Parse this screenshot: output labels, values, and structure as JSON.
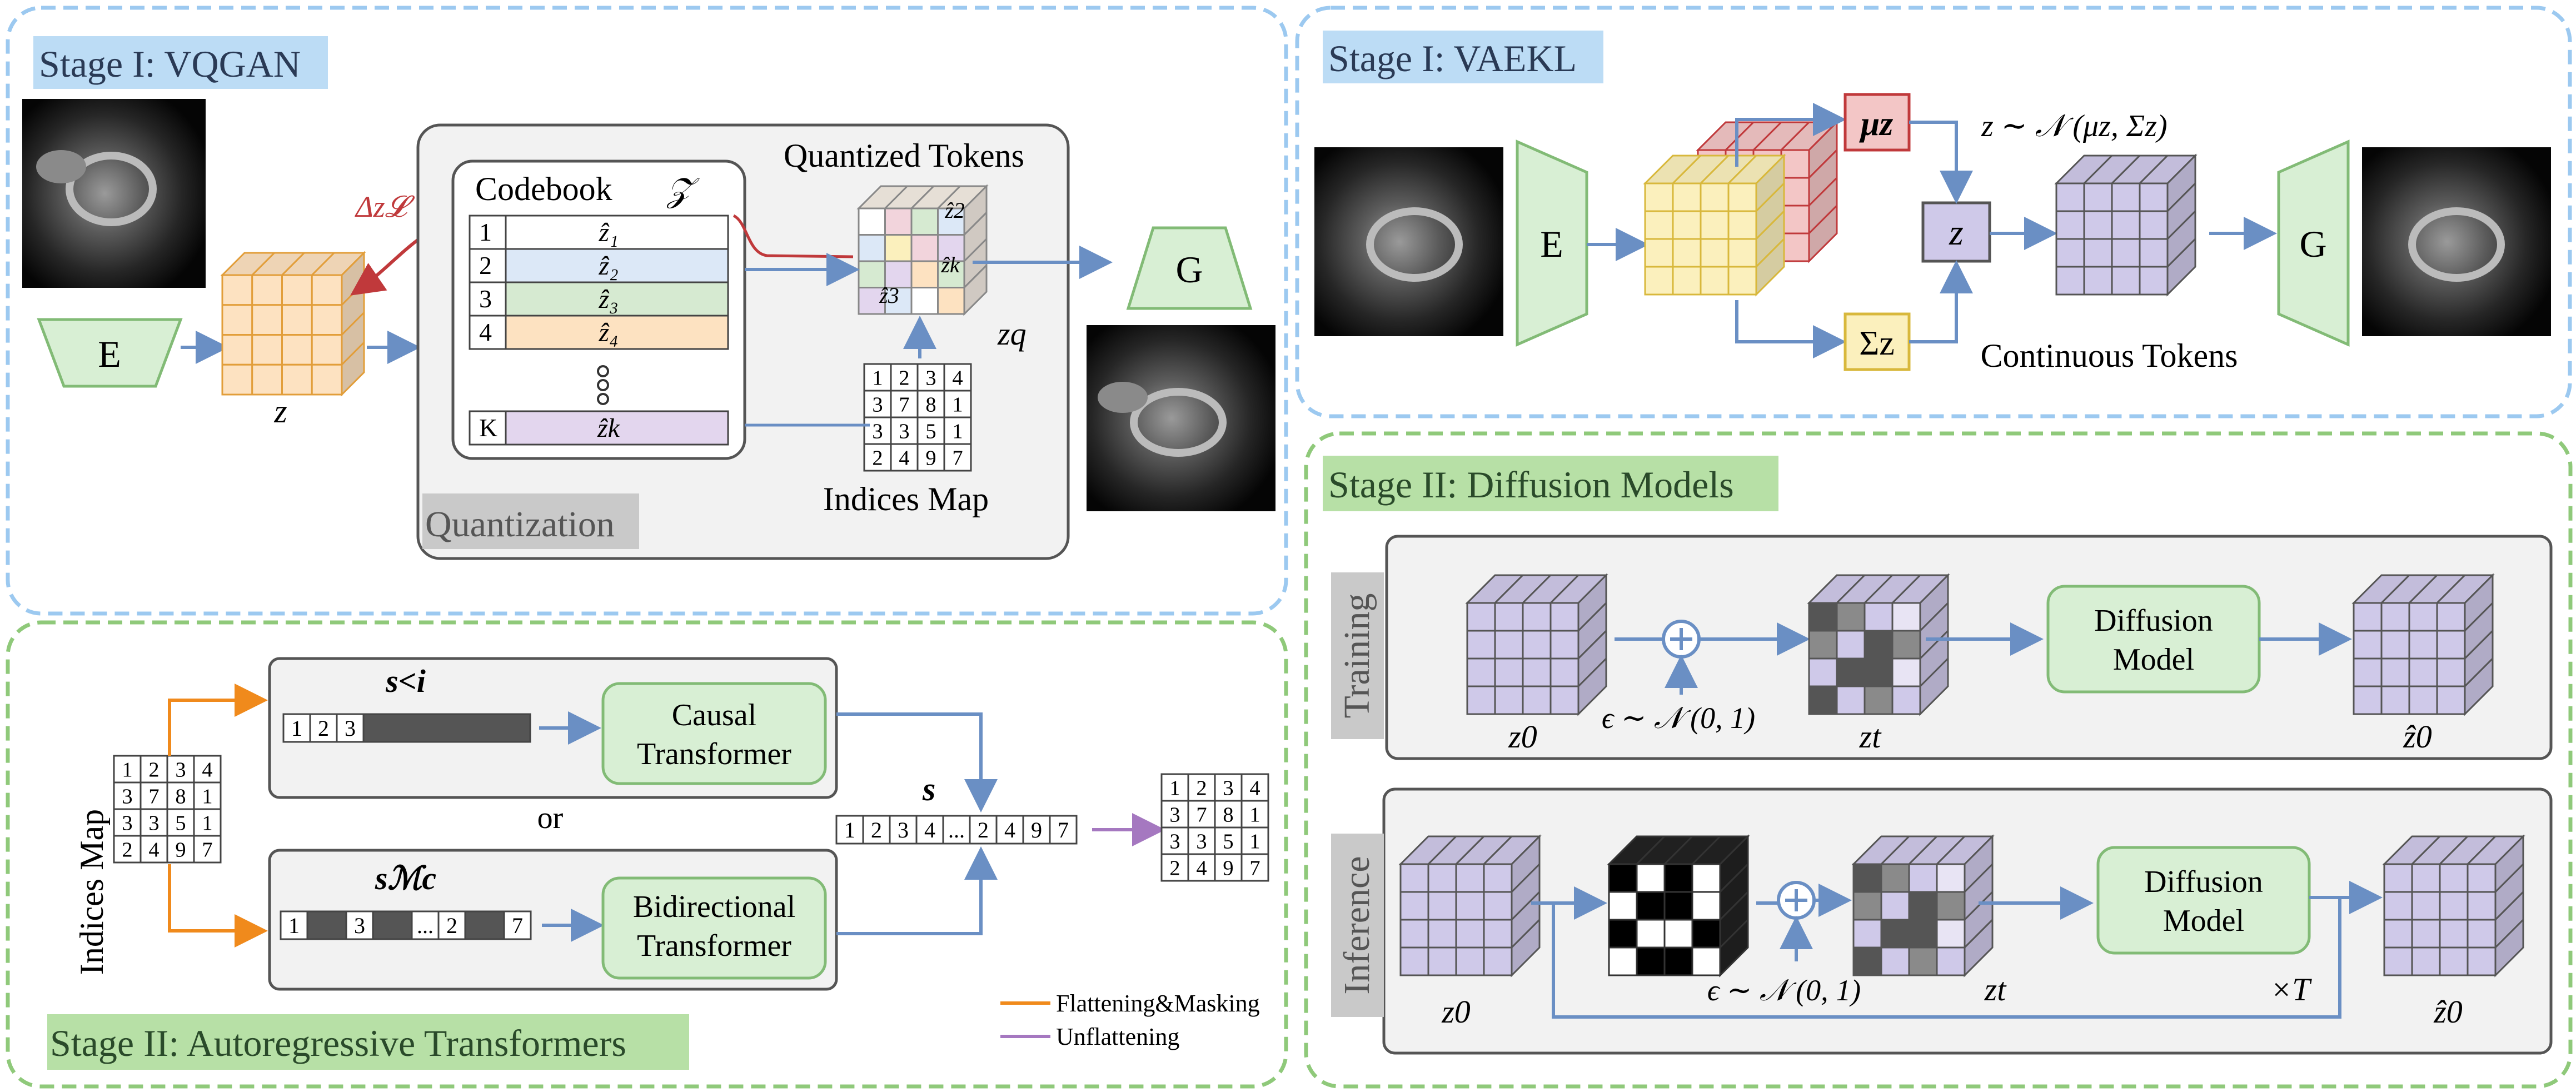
{
  "colors": {
    "blue_dash": "#9cc9f0",
    "green_dash": "#8fc97a",
    "arrow_blue": "#6a8fc4",
    "arrow_orange": "#f08a1c",
    "arrow_purple": "#a578c0",
    "red": "#c0393b",
    "enc_green": "#d8efd4",
    "cube_orange": "#fde2c1",
    "cube_purple": "#cfc9e9",
    "cube_yellow": "#fbf0bd",
    "cube_red": "#f3c6c6"
  },
  "vqgan": {
    "title": "Stage I: VQGAN",
    "encoder": "E",
    "latent": "z",
    "gradient": "Δz𝓛",
    "codebook_title": "Codebook",
    "codebook_symbol": "𝒵",
    "codebook_rows": [
      {
        "idx": "1",
        "entry": "ẑ₁",
        "color": "#ffffff"
      },
      {
        "idx": "2",
        "entry": "ẑ₂",
        "color": "#dce8f7"
      },
      {
        "idx": "3",
        "entry": "ẑ₃",
        "color": "#d6ead1"
      },
      {
        "idx": "4",
        "entry": "ẑ₄",
        "color": "#fde2c1"
      },
      {
        "idx": "K",
        "entry": "ẑk",
        "color": "#e3d6ee"
      }
    ],
    "quantized_title": "Quantized Tokens",
    "quantized_sub": "zq",
    "cube_labels": [
      "ẑ2",
      "ẑk",
      "ẑ3"
    ],
    "indices_label": "Indices Map",
    "quantization_label": "Quantization",
    "decoder": "G"
  },
  "indices_grid": [
    [
      "1",
      "2",
      "3",
      "4"
    ],
    [
      "3",
      "7",
      "8",
      "1"
    ],
    [
      "3",
      "3",
      "5",
      "1"
    ],
    [
      "2",
      "4",
      "9",
      "7"
    ]
  ],
  "vaekl": {
    "title": "Stage I: VAEKL",
    "encoder": "E",
    "mu": "μz",
    "sigma": "Σz",
    "z": "z",
    "formula": "z ∼ 𝒩 (μz, Σz)",
    "continuous": "Continuous Tokens",
    "decoder": "G"
  },
  "autoregressive": {
    "title": "Stage II: Autoregressive Transformers",
    "indices_label": "Indices Map",
    "s_causal": "s<i",
    "causal_seq": [
      "1",
      "2",
      "3"
    ],
    "causal_model": [
      "Causal",
      "Transformer"
    ],
    "or": "or",
    "s_bidir": "sℳc",
    "bidir_seq": [
      "1",
      "3",
      "...",
      "2",
      "7"
    ],
    "bidir_model": [
      "Bidirectional",
      "Transformer"
    ],
    "s": "s",
    "out_seq": [
      "1",
      "2",
      "3",
      "4",
      "...",
      "2",
      "4",
      "9",
      "7"
    ],
    "legend": [
      "Flattening&Masking",
      "Unflattening"
    ]
  },
  "diffusion": {
    "title": "Stage II: Diffusion Models",
    "training": "Training",
    "inference": "Inference",
    "model": [
      "Diffusion",
      "Model"
    ],
    "z0": "z0",
    "zt": "zt",
    "zhat": "ẑ0",
    "noise": "ϵ ∼ 𝒩 (0, 1)",
    "times": "×T"
  }
}
